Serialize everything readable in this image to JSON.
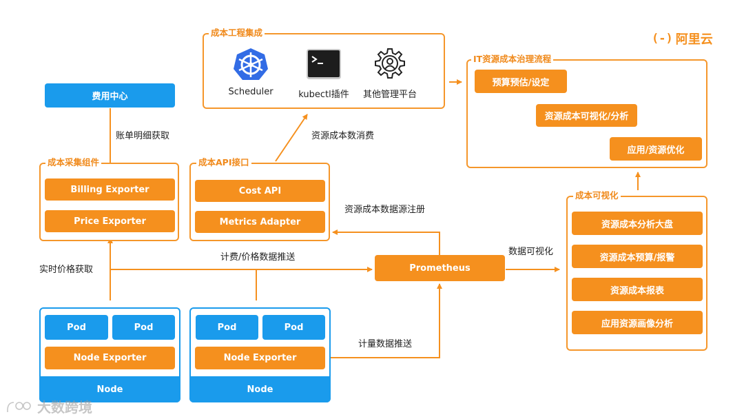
{
  "brand": {
    "logo_text": "阿里云",
    "logo_symbol": "(-)",
    "color": "#f5901e"
  },
  "colors": {
    "orange": "#f5901e",
    "blue": "#1a9bec"
  },
  "watermark": {
    "text": "大数跨境"
  },
  "billing_center": {
    "label": "费用中心"
  },
  "edges": {
    "bill_fetch": "账单明细获取",
    "realtime_price": "实时价格获取",
    "billing_push": "计费/价格数据推送",
    "metrics_push": "计量数据推送",
    "consume": "资源成本数消费",
    "register": "资源成本数据源注册",
    "visualize": "数据可视化"
  },
  "collector": {
    "title": "成本采集组件",
    "items": [
      "Billing Exporter",
      "Price Exporter"
    ]
  },
  "cost_api": {
    "title": "成本API接口",
    "items": [
      "Cost API",
      "Metrics Adapter"
    ]
  },
  "engineering": {
    "title": "成本工程集成",
    "items": [
      {
        "label": "Scheduler",
        "icon": "kubernetes-helm-icon"
      },
      {
        "label": "kubectl插件",
        "icon": "terminal-icon"
      },
      {
        "label": "其他管理平台",
        "icon": "gear-user-icon"
      }
    ]
  },
  "governance": {
    "title": "IT资源成本治理流程",
    "steps": [
      "预算预估/设定",
      "资源成本可视化/分析",
      "应用/资源优化"
    ]
  },
  "visualization": {
    "title": "成本可视化",
    "items": [
      "资源成本分析大盘",
      "资源成本预算/报警",
      "资源成本报表",
      "应用资源画像分析"
    ]
  },
  "prometheus": {
    "label": "Prometheus"
  },
  "nodes": [
    {
      "pods": [
        "Pod",
        "Pod"
      ],
      "exporter": "Node Exporter",
      "label": "Node"
    },
    {
      "pods": [
        "Pod",
        "Pod"
      ],
      "exporter": "Node Exporter",
      "label": "Node"
    }
  ]
}
